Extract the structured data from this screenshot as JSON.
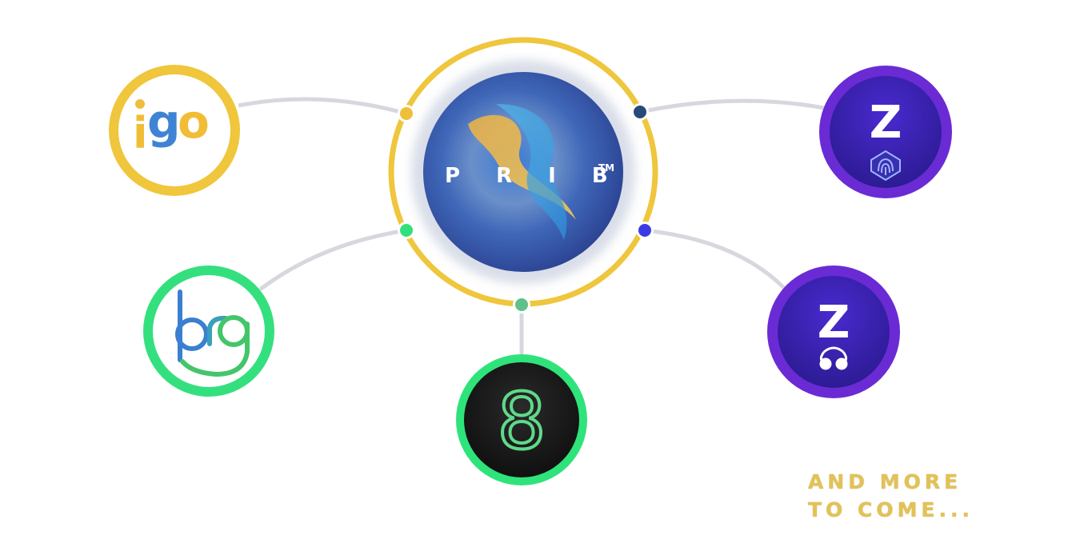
{
  "center": {
    "label": "P R I B",
    "trademark": "TM"
  },
  "nodes": [
    {
      "id": "igo",
      "name_parts": [
        "i",
        "g",
        "o"
      ],
      "ring_color": "#efc63c",
      "connector_color": "#efbe3b"
    },
    {
      "id": "brg",
      "name": "brg",
      "ring_color": "#34e07e",
      "connector_color": "#32e07b"
    },
    {
      "id": "eight",
      "name": "8",
      "ring_color": "#2fe37b",
      "connector_color": "#5fc08a"
    },
    {
      "id": "z-fingerprint",
      "name": "Z",
      "ring_color": "#6a2bd4",
      "connector_color": "#284a78",
      "icon": "fingerprint-icon"
    },
    {
      "id": "z-earbuds",
      "name": "Z",
      "ring_color": "#6a2bd4",
      "connector_color": "#3b3be6",
      "icon": "earbuds-icon"
    }
  ],
  "tagline": {
    "line1": "AND MORE",
    "line2": "TO COME..."
  }
}
